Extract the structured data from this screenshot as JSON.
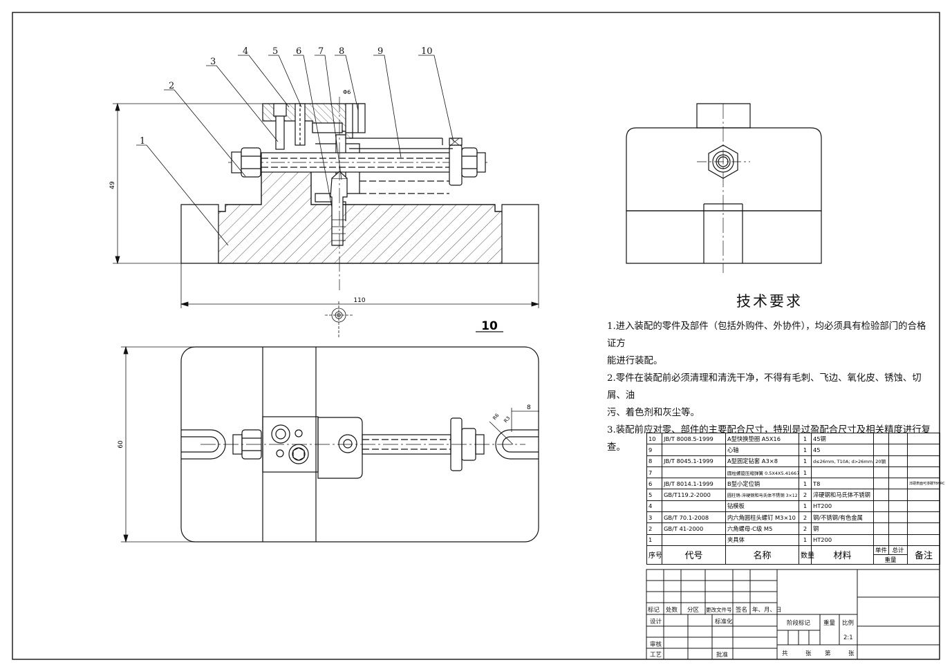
{
  "drawing": {
    "balloons": [
      "1",
      "2",
      "3",
      "4",
      "5",
      "6",
      "7",
      "8",
      "9",
      "10"
    ],
    "dims": {
      "height": "49",
      "width": "110",
      "plan_height": "60",
      "slot": "8",
      "hole_dia": "Φ6",
      "slot_r1": "R6",
      "slot_r2": "R3"
    },
    "scale_label": "10"
  },
  "tech": {
    "title": "技术要求",
    "lines": [
      "1.进入装配的零件及部件（包括外购件、外协件），均必须具有检验部门的合格证方",
      "能进行装配。",
      "2.零件在装配前必须清理和清洗干净，不得有毛刺、飞边、氧化皮、锈蚀、切屑、油",
      "污、着色剂和灰尘等。",
      "3.装配前应对零、部件的主要配合尺寸，特别是过盈配合尺寸及相关精度进行复查。"
    ]
  },
  "bom": {
    "rows": [
      {
        "no": "10",
        "code": "JB/T 8008.5-1999",
        "name": "A型快换垫圈 A5X16",
        "qty": "1",
        "mat": "45钢",
        "note": ""
      },
      {
        "no": "9",
        "code": "",
        "name": "心轴",
        "qty": "1",
        "mat": "45",
        "note": ""
      },
      {
        "no": "8",
        "code": "JB/T 8045.1-1999",
        "name": "A型固定钻套 A3×8",
        "qty": "1",
        "mat": "d≤26mm, T10A; d>26mm, 20钢",
        "note": ""
      },
      {
        "no": "7",
        "code": "",
        "name": "圆柱螺旋压缩弹簧 0.5X4X5.41667",
        "qty": "1",
        "mat": "",
        "note": ""
      },
      {
        "no": "6",
        "code": "JB/T 8014.1-1999",
        "name": "B型小定位销",
        "qty": "1",
        "mat": "T8",
        "note": "淬硬表面可渗碳T8HRC"
      },
      {
        "no": "5",
        "code": "GB/T119.2-2000",
        "name": "圆柱销-淬硬钢和马氏体不锈钢 3×12",
        "qty": "2",
        "mat": "淬硬钢和马氏体不锈钢",
        "note": ""
      },
      {
        "no": "4",
        "code": "",
        "name": "钻模板",
        "qty": "1",
        "mat": "HT200",
        "note": ""
      },
      {
        "no": "3",
        "code": "GB/T 70.1-2008",
        "name": "内六角圆柱头螺钉 M3×10",
        "qty": "2",
        "mat": "钢/不锈钢/有色金属",
        "note": ""
      },
      {
        "no": "2",
        "code": "GB/T 41-2000",
        "name": "六角螺母-C级 M5",
        "qty": "2",
        "mat": "钢",
        "note": ""
      },
      {
        "no": "1",
        "code": "",
        "name": "夹具体",
        "qty": "1",
        "mat": "HT200",
        "note": ""
      }
    ],
    "header": {
      "no": "序号",
      "code": "代号",
      "name": "名称",
      "qty": "数量",
      "mat": "材料",
      "unit": "单件",
      "total": "总计",
      "weight": "重量",
      "note": "备注"
    }
  },
  "titleblock": {
    "mark": "标记",
    "count": "处数",
    "zone": "分区",
    "doc": "更改文件号",
    "sign": "签名",
    "date": "年、月、日",
    "design": "设计",
    "std": "标准化",
    "stage": "阶段标记",
    "weight": "重量",
    "ratio": "比例",
    "scale": "2:1",
    "check": "审核",
    "process": "工艺",
    "approve": "批准",
    "total": "共",
    "sheet": "张",
    "num": "第",
    "sheet2": "张"
  }
}
